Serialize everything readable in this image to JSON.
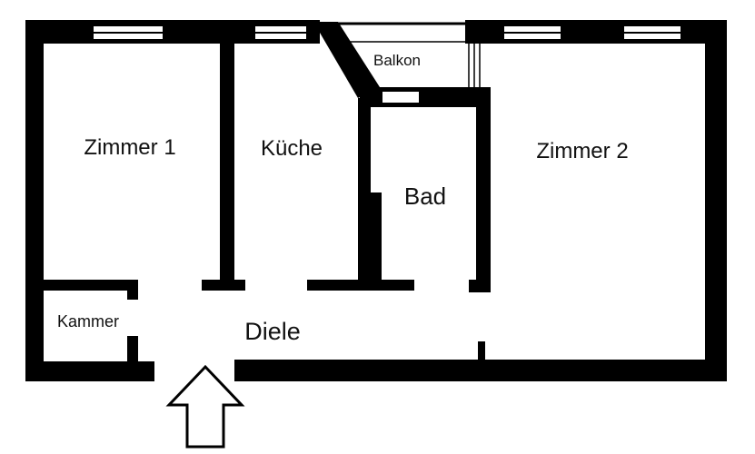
{
  "floorplan": {
    "rooms": {
      "zimmer1": "Zimmer 1",
      "kueche": "Küche",
      "balkon": "Balkon",
      "bad": "Bad",
      "zimmer2": "Zimmer 2",
      "kammer": "Kammer",
      "diele": "Diele"
    },
    "entrance_icon": "up-arrow-icon",
    "colors": {
      "wall": "#000000",
      "background": "#ffffff",
      "text": "#111111"
    }
  }
}
